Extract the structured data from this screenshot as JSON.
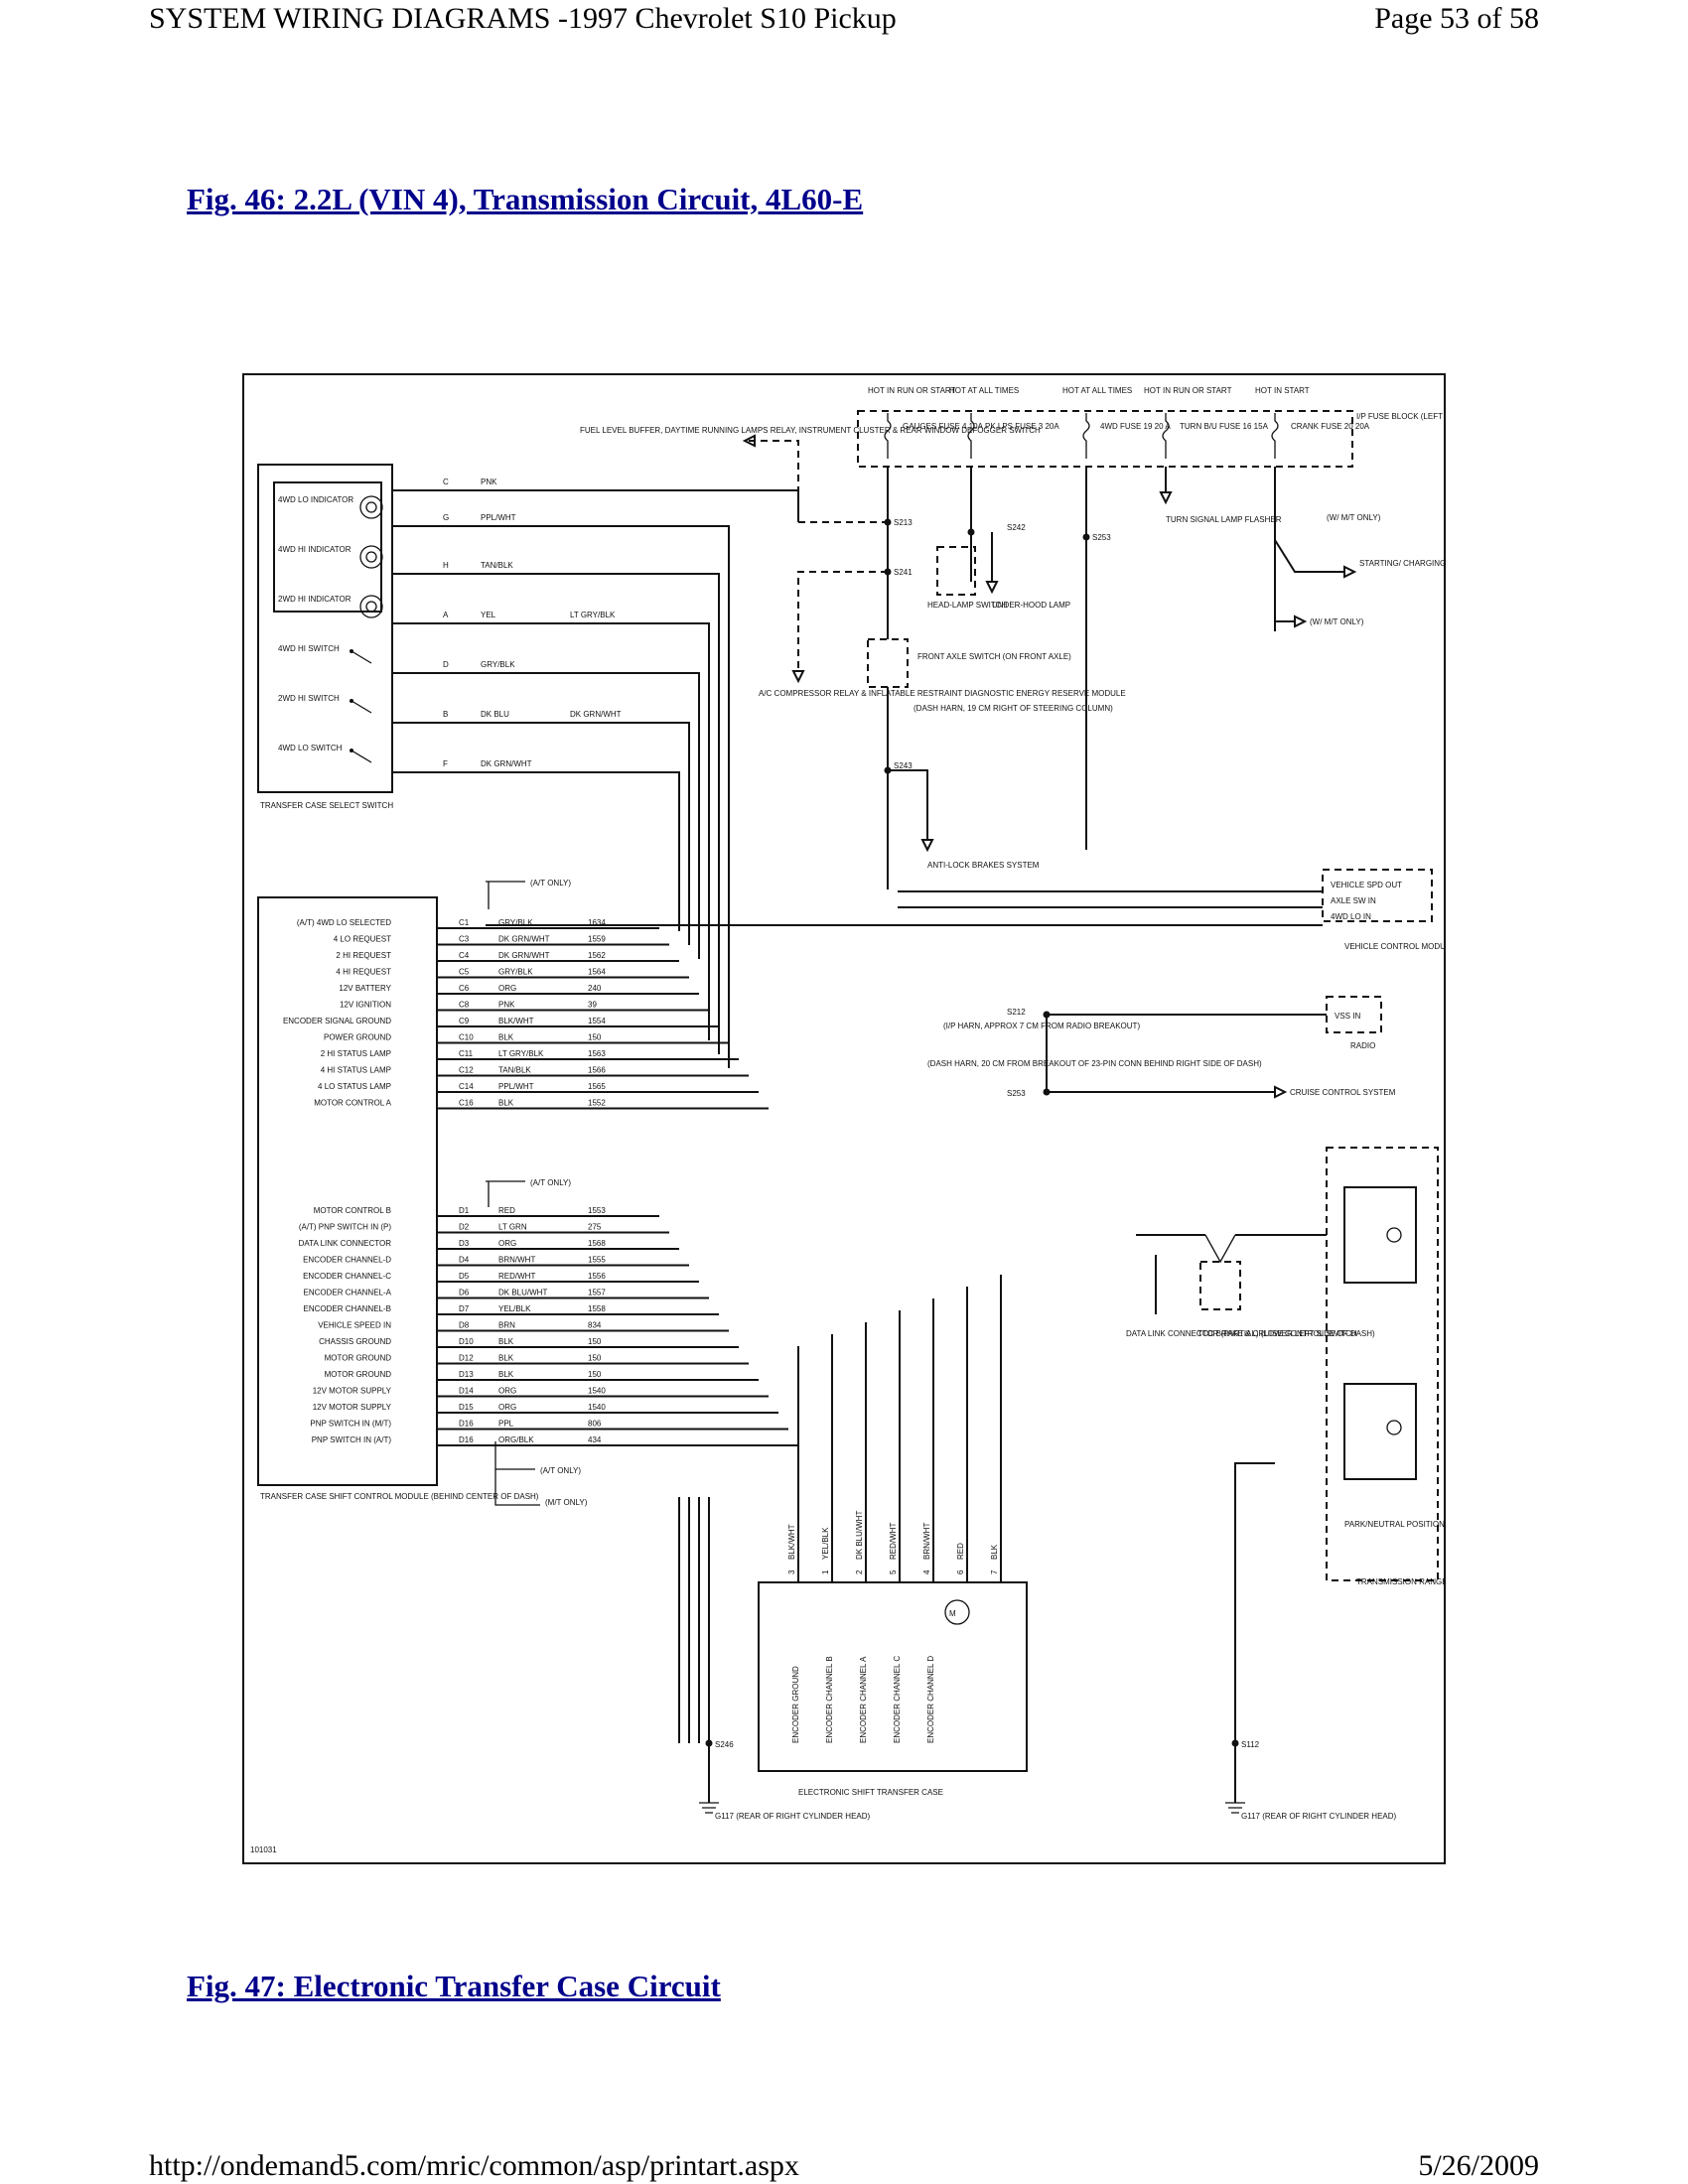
{
  "header": {
    "title": "SYSTEM WIRING DIAGRAMS -1997 Chevrolet S10 Pickup",
    "page": "Page 53 of 58"
  },
  "figures": {
    "fig46_title": "Fig. 46: 2.2L (VIN 4), Transmission Circuit, 4L60-E",
    "fig47_title": "Fig. 47: Electronic Transfer Case Circuit"
  },
  "footer": {
    "url": "http://ondemand5.com/mric/common/asp/printart.aspx",
    "date": "5/26/2009"
  },
  "diagram": {
    "id_code": "101031",
    "fuses": [
      {
        "power": "HOT IN RUN OR START",
        "fuse": "GAUGES FUSE 4 10A"
      },
      {
        "power": "HOT AT ALL TIMES",
        "fuse": "PK LPS FUSE 3 20A"
      },
      {
        "power": "HOT AT ALL TIMES",
        "fuse": "4WD FUSE 19 20 A"
      },
      {
        "power": "HOT IN RUN OR START",
        "fuse": "TURN B/U FUSE 16 15A"
      },
      {
        "power": "HOT IN START",
        "fuse": "CRANK FUSE 20 20A"
      }
    ],
    "ip_fuse_block": "I/P FUSE BLOCK (LEFT END OF DASH)",
    "fuel_level_note": "FUEL LEVEL BUFFER, DAYTIME RUNNING LAMPS RELAY, INSTRUMENT CLUSTER & REAR WINDOW DEFOGGER SWITCH",
    "splices": {
      "s213": "S213",
      "s241": "S241",
      "s242": "S242",
      "s253": "S253",
      "s243": "S243",
      "s212": "S212",
      "s253b": "S253",
      "s246": "S246",
      "s112": "S112"
    },
    "components": {
      "headlamp_switch": "HEAD-LAMP SWITCH",
      "underhood_lamp": "UNDER-HOOD LAMP",
      "turn_flasher": "TURN SIGNAL LAMP FLASHER",
      "starting_system": "STARTING/ CHARGING SYSTEM (W/ M/T)",
      "wmt_only": "(W/ M/T ONLY)",
      "wmt_only2": "(W/ M/T ONLY)",
      "ac_relay": "A/C COMPRESSOR RELAY & INFLATABLE RESTRAINT DIAGNOSTIC ENERGY RESERVE MODULE",
      "front_axle": "FRONT AXLE SWITCH (ON FRONT AXLE)",
      "dash_harn": "(DASH HARN, 19 CM RIGHT OF STEERING COLUMN)",
      "antilock": "ANTI-LOCK BRAKES SYSTEM",
      "vcm": "VEHICLE CONTROL MODULE (RIGHT SIDE OF ENGINE COMPT)",
      "vcm_pins": [
        "VEHICLE SPD OUT",
        "AXLE SW IN",
        "4WD LO IN"
      ],
      "radio": "RADIO",
      "vss_in": "VSS IN",
      "cruise": "CRUISE CONTROL SYSTEM",
      "ip_harn": "(I/P HARN, APPROX 7 CM FROM RADIO BREAKOUT)",
      "dash_harn2": "(DASH HARN, 20 CM FROM BREAKOUT OF 23-PIN CONN BEHIND RIGHT SIDE OF DASH)",
      "transfer_select": "TRANSFER CASE SELECT SWITCH",
      "shift_module": "TRANSFER CASE SHIFT CONTROL MODULE (BEHIND CENTER OF DASH)",
      "data_link": "DATA LINK CONNECTOR (PARTIAL) (LOWER LEFT SIDE OF DASH)",
      "tcc": "TCC BRAKE & CRUISE CONTROL SWITCH",
      "park_neutral": "PARK/NEUTRAL POSITION & BACKUP LAMP SWITCH",
      "trans_range": "TRANSMISSION RANGE SWITCH (LEFT SIDE OF TRANSMISSION) (A/T ONLY)",
      "est_case": "ELECTRONIC SHIFT TRANSFER CASE",
      "ground1": "G117 (REAR OF RIGHT CYLINDER HEAD)",
      "ground2": "G117 (REAR OF RIGHT CYLINDER HEAD)",
      "at_only": "(A/T ONLY)",
      "mt_only": "(M/T ONLY)"
    },
    "indicators": [
      "4WD LO INDICATOR",
      "4WD HI INDICATOR",
      "2WD HI INDICATOR"
    ],
    "switches": [
      "4WD HI SWITCH",
      "2WD HI SWITCH",
      "4WD LO SWITCH"
    ],
    "select_wires": [
      {
        "pin": "C",
        "color": "PNK"
      },
      {
        "pin": "G",
        "color": "PPL/WHT"
      },
      {
        "pin": "H",
        "color": "TAN/BLK"
      },
      {
        "pin": "A",
        "color": "YEL",
        "color2": "LT GRY/BLK"
      },
      {
        "pin": "D",
        "color": "GRY/BLK"
      },
      {
        "pin": "B",
        "color": "DK BLU",
        "color2": "DK GRN/WHT"
      },
      {
        "pin": "F",
        "color": "DK GRN/WHT"
      }
    ],
    "c_pins": [
      {
        "label": "(A/T) 4WD LO SELECTED",
        "pin": "C1",
        "color": "GRY/BLK",
        "circuit": "1634"
      },
      {
        "label": "4 LO REQUEST",
        "pin": "C3",
        "color": "DK GRN/WHT",
        "circuit": "1559"
      },
      {
        "label": "2 HI REQUEST",
        "pin": "C4",
        "color": "DK GRN/WHT",
        "circuit": "1562"
      },
      {
        "label": "4 HI REQUEST",
        "pin": "C5",
        "color": "GRY/BLK",
        "circuit": "1564"
      },
      {
        "label": "12V BATTERY",
        "pin": "C6",
        "color": "ORG",
        "circuit": "240"
      },
      {
        "label": "12V IGNITION",
        "pin": "C8",
        "color": "PNK",
        "circuit": "39"
      },
      {
        "label": "ENCODER SIGNAL GROUND",
        "pin": "C9",
        "color": "BLK/WHT",
        "circuit": "1554"
      },
      {
        "label": "POWER GROUND",
        "pin": "C10",
        "color": "BLK",
        "circuit": "150"
      },
      {
        "label": "2 HI STATUS LAMP",
        "pin": "C11",
        "color": "LT GRY/BLK",
        "circuit": "1563"
      },
      {
        "label": "4 HI STATUS LAMP",
        "pin": "C12",
        "color": "TAN/BLK",
        "circuit": "1566"
      },
      {
        "label": "4 LO STATUS LAMP",
        "pin": "C14",
        "color": "PPL/WHT",
        "circuit": "1565"
      },
      {
        "label": "MOTOR CONTROL A",
        "pin": "C16",
        "color": "BLK",
        "circuit": "1552"
      }
    ],
    "d_pins": [
      {
        "label": "MOTOR CONTROL B",
        "pin": "D1",
        "color": "RED",
        "circuit": "1553"
      },
      {
        "label": "(A/T) PNP SWITCH IN (P)",
        "pin": "D2",
        "color": "LT GRN",
        "circuit": "275"
      },
      {
        "label": "DATA LINK CONNECTOR",
        "pin": "D3",
        "color": "ORG",
        "circuit": "1568"
      },
      {
        "label": "ENCODER CHANNEL-D",
        "pin": "D4",
        "color": "BRN/WHT",
        "circuit": "1555"
      },
      {
        "label": "ENCODER CHANNEL-C",
        "pin": "D5",
        "color": "RED/WHT",
        "circuit": "1556"
      },
      {
        "label": "ENCODER CHANNEL-A",
        "pin": "D6",
        "color": "DK BLU/WHT",
        "circuit": "1557"
      },
      {
        "label": "ENCODER CHANNEL-B",
        "pin": "D7",
        "color": "YEL/BLK",
        "circuit": "1558"
      },
      {
        "label": "VEHICLE SPEED IN",
        "pin": "D8",
        "color": "BRN",
        "circuit": "834"
      },
      {
        "label": "CHASSIS GROUND",
        "pin": "D10",
        "color": "BLK",
        "circuit": "150"
      },
      {
        "label": "MOTOR GROUND",
        "pin": "D12",
        "color": "BLK",
        "circuit": "150"
      },
      {
        "label": "MOTOR GROUND",
        "pin": "D13",
        "color": "BLK",
        "circuit": "150"
      },
      {
        "label": "12V MOTOR SUPPLY",
        "pin": "D14",
        "color": "ORG",
        "circuit": "1540"
      },
      {
        "label": "12V MOTOR SUPPLY",
        "pin": "D15",
        "color": "ORG",
        "circuit": "1540"
      },
      {
        "label": "PNP SWITCH IN (M/T)",
        "pin": "D16",
        "color": "PPL",
        "circuit": "806"
      },
      {
        "label": "PNP SWITCH IN (A/T)",
        "pin": "D16",
        "color": "ORG/BLK",
        "circuit": "434"
      }
    ],
    "encoder_labels": [
      "ENCODER GROUND",
      "ENCODER CHANNEL B",
      "ENCODER CHANNEL A",
      "ENCODER CHANNEL C",
      "ENCODER CHANNEL D"
    ],
    "case_wires": [
      {
        "num": "3",
        "color": "BLK/WHT"
      },
      {
        "num": "1",
        "color": "YEL/BLK"
      },
      {
        "num": "2",
        "color": "DK BLU/WHT"
      },
      {
        "num": "5",
        "color": "RED/WHT"
      },
      {
        "num": "4",
        "color": "BRN/WHT"
      },
      {
        "num": "6",
        "color": "RED"
      },
      {
        "num": "7",
        "color": "BLK"
      }
    ]
  }
}
